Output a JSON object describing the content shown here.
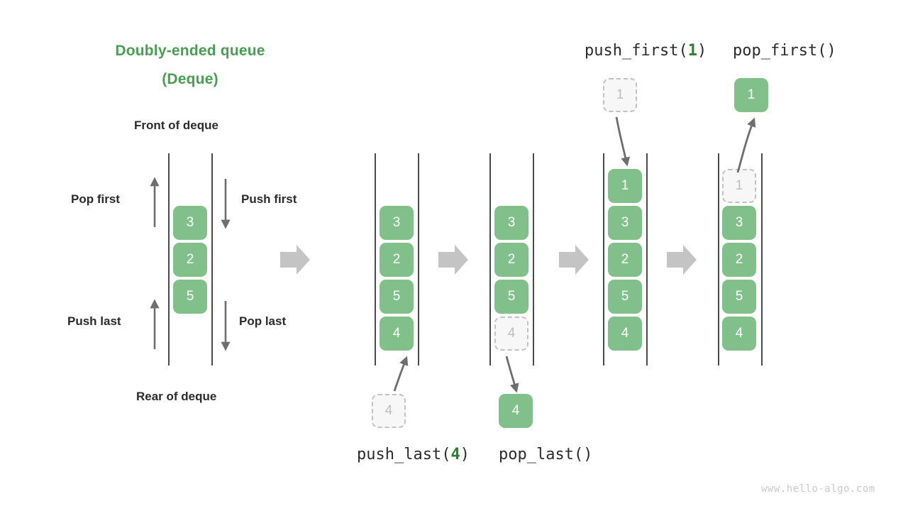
{
  "title": {
    "line1": "Doubly-ended queue",
    "line2": "(Deque)"
  },
  "labels": {
    "front": "Front of deque",
    "rear": "Rear of deque",
    "pop_first": "Pop first",
    "push_first": "Push first",
    "push_last": "Push last",
    "pop_last": "Pop last"
  },
  "operations": {
    "push_last": {
      "name": "push_last(",
      "arg": "4",
      "close": ")"
    },
    "pop_last": {
      "name": "pop_last()",
      "arg": "",
      "close": ""
    },
    "push_first": {
      "name": "push_first(",
      "arg": "1",
      "close": ")"
    },
    "pop_first": {
      "name": "pop_first()",
      "arg": "",
      "close": ""
    }
  },
  "colors": {
    "accent_green": "#4a9e54",
    "cell_green": "#81c08a",
    "ghost_fill": "#f7f7f7",
    "ghost_border": "#c2c2c2",
    "rail": "#4a4a4a",
    "arrow_big": "#c4c4c4",
    "arrow_thin": "#6e6e6e",
    "text_dark": "#2b2b2b",
    "watermark": "#c9c9c9"
  },
  "columns": [
    {
      "id": "col-initial",
      "cells": [
        {
          "value": "3",
          "ghost": false
        },
        {
          "value": "2",
          "ghost": false
        },
        {
          "value": "5",
          "ghost": false
        }
      ]
    },
    {
      "id": "col-after-push-last",
      "cells": [
        {
          "value": "3",
          "ghost": false
        },
        {
          "value": "2",
          "ghost": false
        },
        {
          "value": "5",
          "ghost": false
        },
        {
          "value": "4",
          "ghost": false
        }
      ],
      "incoming": {
        "value": "4",
        "ghost": true
      }
    },
    {
      "id": "col-after-pop-last",
      "cells": [
        {
          "value": "3",
          "ghost": false
        },
        {
          "value": "2",
          "ghost": false
        },
        {
          "value": "5",
          "ghost": false
        },
        {
          "value": "4",
          "ghost": true
        }
      ],
      "outgoing": {
        "value": "4",
        "ghost": false
      }
    },
    {
      "id": "col-after-push-first",
      "cells": [
        {
          "value": "1",
          "ghost": false
        },
        {
          "value": "3",
          "ghost": false
        },
        {
          "value": "2",
          "ghost": false
        },
        {
          "value": "5",
          "ghost": false
        },
        {
          "value": "4",
          "ghost": false
        }
      ],
      "incoming": {
        "value": "1",
        "ghost": true
      }
    },
    {
      "id": "col-after-pop-first",
      "cells": [
        {
          "value": "1",
          "ghost": true
        },
        {
          "value": "3",
          "ghost": false
        },
        {
          "value": "2",
          "ghost": false
        },
        {
          "value": "5",
          "ghost": false
        },
        {
          "value": "4",
          "ghost": false
        }
      ],
      "outgoing": {
        "value": "1",
        "ghost": false
      }
    }
  ],
  "footer": {
    "watermark": "www.hello-algo.com"
  }
}
